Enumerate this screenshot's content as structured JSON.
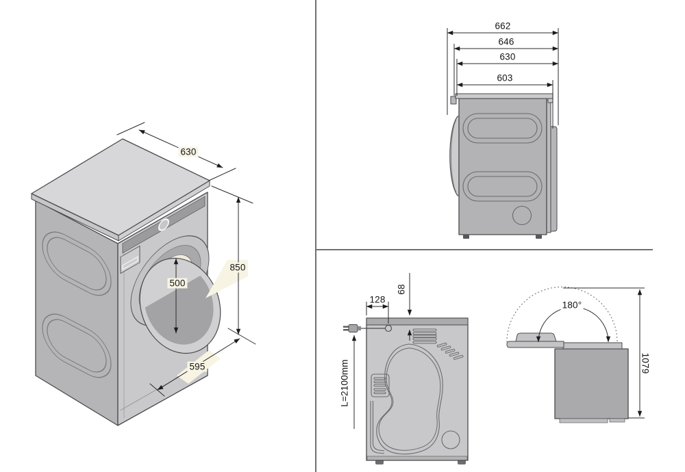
{
  "iso": {
    "depth": "630",
    "height": "850",
    "door_diameter": "500",
    "width": "595"
  },
  "side": {
    "total_depth": "662",
    "depth_with_door": "646",
    "top_depth": "630",
    "body_depth": "603"
  },
  "rear": {
    "cord_offset": "128",
    "outlet_offset": "68",
    "cord_length": "L=2100mm"
  },
  "door_swing": {
    "angle": "180°",
    "open_height": "1079"
  },
  "colors": {
    "label_highlight": "#f7f4e3",
    "divider": "#6e7072",
    "body_gray": "#c9c9cb",
    "dark_gray": "#a9a9ab",
    "outline": "#4a4a4c"
  }
}
